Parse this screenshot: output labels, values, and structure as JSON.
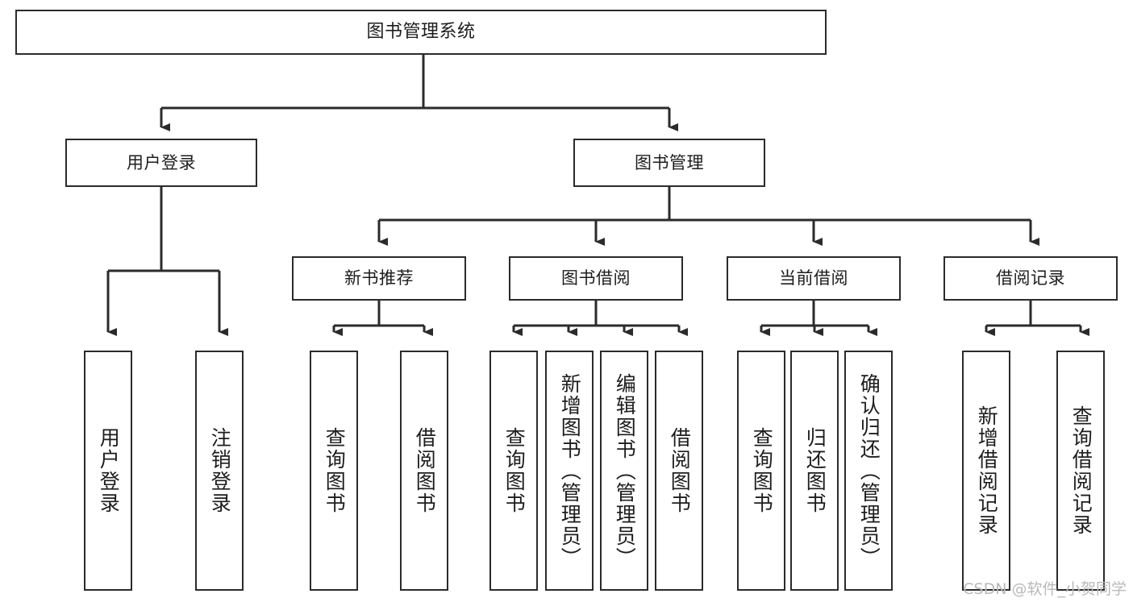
{
  "diagram": {
    "title": "图书管理系统",
    "watermark": "CSDN @软件_小贺同学",
    "colors": {
      "stroke": "#2b2b2b",
      "background": "#ffffff",
      "text": "#1d1d1d",
      "watermark": "#b9b9b9"
    },
    "nodes": {
      "root": {
        "label": "图书管理系统"
      },
      "level1": [
        {
          "id": "user-login",
          "label": "用户登录"
        },
        {
          "id": "book-management",
          "label": "图书管理"
        }
      ],
      "level2": [
        {
          "id": "new-book-recommend",
          "label": "新书推荐"
        },
        {
          "id": "book-borrow",
          "label": "图书借阅"
        },
        {
          "id": "current-borrow",
          "label": "当前借阅"
        },
        {
          "id": "borrow-record",
          "label": "借阅记录"
        }
      ],
      "leaves": [
        {
          "id": "leaf-user-login",
          "label": "用户登录"
        },
        {
          "id": "leaf-logout-login",
          "label": "注销登录"
        },
        {
          "id": "leaf-query-book-1",
          "label": "查询图书"
        },
        {
          "id": "leaf-borrow-book-1",
          "label": "借阅图书"
        },
        {
          "id": "leaf-query-book-2",
          "label": "查询图书"
        },
        {
          "id": "leaf-add-book-admin",
          "label": "新增图书（管理员）"
        },
        {
          "id": "leaf-edit-book-admin",
          "label": "编辑图书（管理员）"
        },
        {
          "id": "leaf-borrow-book-2",
          "label": "借阅图书"
        },
        {
          "id": "leaf-query-book-3",
          "label": "查询图书"
        },
        {
          "id": "leaf-return-book",
          "label": "归还图书"
        },
        {
          "id": "leaf-confirm-return-admin",
          "label": "确认归还（管理员）"
        },
        {
          "id": "leaf-add-borrow-record",
          "label": "新增借阅记录"
        },
        {
          "id": "leaf-query-borrow-record",
          "label": "查询借阅记录"
        }
      ]
    }
  }
}
